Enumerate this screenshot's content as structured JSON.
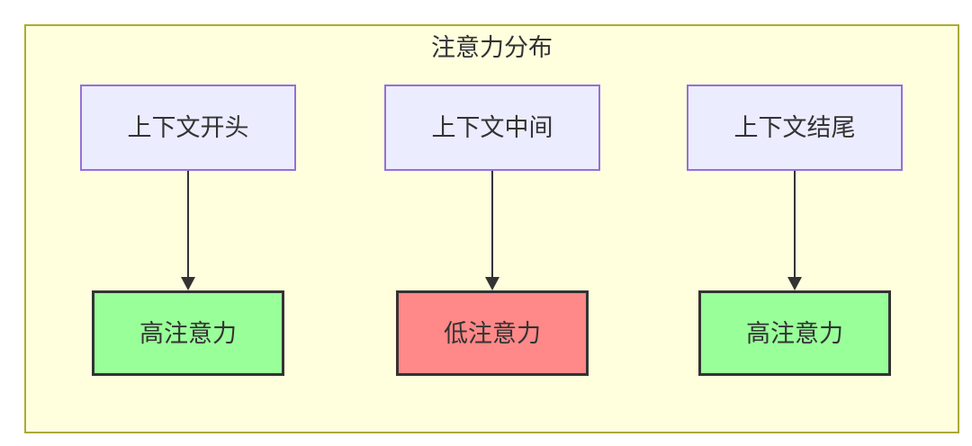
{
  "diagram": {
    "title": "注意力分布",
    "nodes": {
      "sources": [
        {
          "label": "上下文开头"
        },
        {
          "label": "上下文中间"
        },
        {
          "label": "上下文结尾"
        }
      ],
      "targets": [
        {
          "label": "高注意力",
          "level": "high"
        },
        {
          "label": "低注意力",
          "level": "low"
        },
        {
          "label": "高注意力",
          "level": "high"
        }
      ]
    },
    "edges": [
      {
        "from": "上下文开头",
        "to": "高注意力"
      },
      {
        "from": "上下文中间",
        "to": "低注意力"
      },
      {
        "from": "上下文结尾",
        "to": "高注意力"
      }
    ],
    "colors": {
      "background": "#ffffde",
      "frame_border": "#abab35",
      "source_fill": "#ececff",
      "source_border": "#9370db",
      "high_attention_fill": "#99ff99",
      "low_attention_fill": "#ff8888",
      "target_border": "#333333",
      "arrow": "#333333",
      "text": "#333333"
    }
  }
}
